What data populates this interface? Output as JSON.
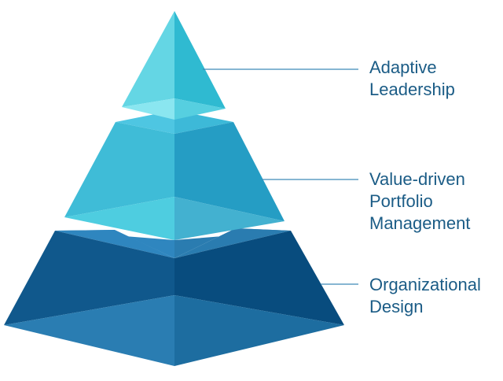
{
  "tiers": [
    {
      "id": "top",
      "lines": [
        "Adaptive",
        "Leadership"
      ],
      "colors": {
        "left": "#64d6e4",
        "right": "#2fbad1",
        "ledge_left": "#8ae6f0",
        "ledge_right": "#56cfe0"
      }
    },
    {
      "id": "middle",
      "lines": [
        "Value-driven",
        "Portfolio",
        "Management"
      ],
      "colors": {
        "left": "#3fbcd7",
        "right": "#259dc4",
        "ledge_left": "#4ecde0",
        "ledge_right": "#43b1d0",
        "top_left": "#4ec6e2",
        "top_right": "#3db9d8"
      }
    },
    {
      "id": "bottom",
      "lines": [
        "Organizational",
        "Design"
      ],
      "colors": {
        "left": "#10588c",
        "right": "#084c7e",
        "front_left": "#2a7db2",
        "front_right": "#1d6da0",
        "top_left": "#2f86bf",
        "top_right": "#2a7cb0"
      }
    }
  ],
  "leader_line_color": "#3f8ab8",
  "label_color": "#1b5c86"
}
